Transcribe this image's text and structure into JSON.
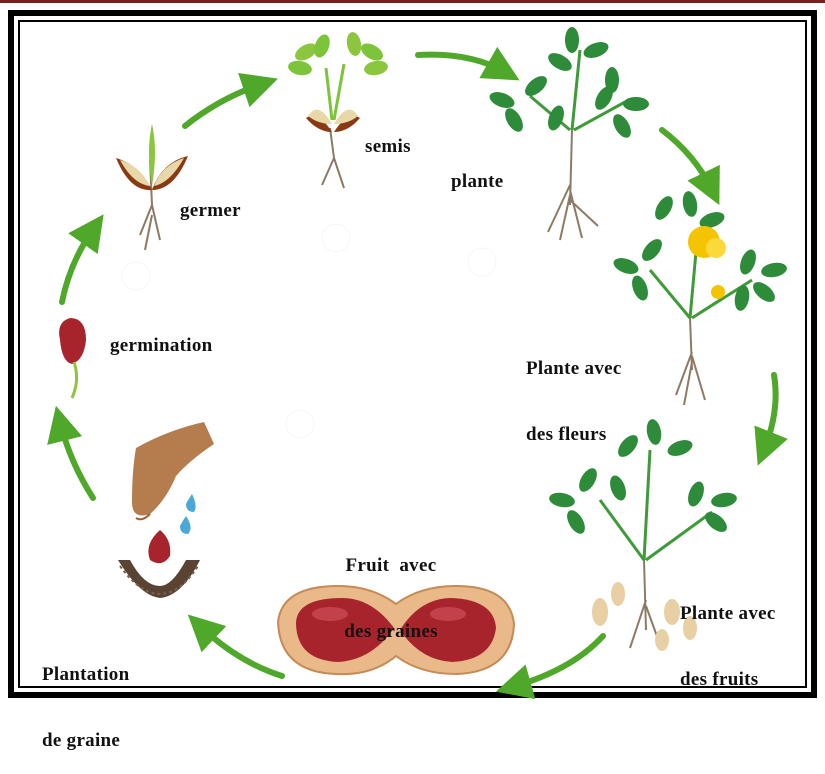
{
  "colors": {
    "arrow": "#4fa82a",
    "leaf": "#2e8b3a",
    "leaf_light": "#7cc43a",
    "flower": "#f5c400",
    "seed": "#a8242c",
    "shell": "#e9b98a",
    "root": "#8d7a66"
  },
  "stages": {
    "semis": "semis",
    "plante": "plante",
    "fleurs_line1": "Plante avec",
    "fleurs_line2": "des fleurs",
    "fruits_line1": "Plante avec",
    "fruits_line2": "des fruits",
    "fruit_line1": "Fruit  avec",
    "fruit_line2": "des graines",
    "plantation_line1": "Plantation",
    "plantation_line2": "de graine",
    "germination": "germination",
    "germer": "germer"
  }
}
